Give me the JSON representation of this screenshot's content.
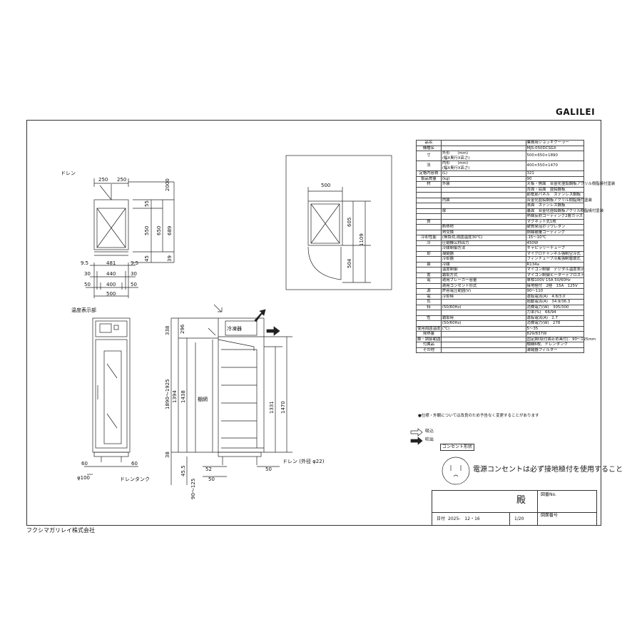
{
  "brand": "GALILEI",
  "company": "フクシマガリレイ株式会社",
  "drawing_labels": {
    "drain_top": "ドレン",
    "temp_display": "温度表示部",
    "drain_tank": "ドレンタンク",
    "shelf_net": "棚網",
    "freezer": "冷凍器",
    "drain_outer": "ドレン (外径 φ22)",
    "d2000": "2000",
    "d250a": "250",
    "d250b": "250",
    "d55": "55",
    "d550": "550",
    "d650": "650",
    "d689": "689",
    "d45": "45",
    "d39": "39",
    "d9_5a": "9.5",
    "d481": "481",
    "d9_5b": "9.5",
    "d30a": "30",
    "d440": "440",
    "d30b": "30",
    "d50a": "50",
    "d400": "400",
    "d50b": "50",
    "d500": "500",
    "p500": "500",
    "p605": "605",
    "p1109": "1109",
    "p504": "504",
    "f60a": "60",
    "f60b": "60",
    "f100": "φ100",
    "s338": "338",
    "s296": "296",
    "s1890": "1890〜1925",
    "s1394": "1394",
    "s1438": "1438",
    "s1331": "1331",
    "s1470": "1470",
    "s38": "38",
    "s45_5": "45.5",
    "s52": "52",
    "s90_125": "90〜125",
    "s50a": "50",
    "s50b": "50"
  },
  "spec_rows": [
    [
      "品名",
      "",
      "業務用ジョッキクーラー"
    ],
    [
      "機種名",
      "",
      "MJS-050DCSGX"
    ],
    [
      "寸",
      "外形　　(mm)\n(幅X奥行X高さ)",
      "500×650×1890"
    ],
    [
      "法",
      "内形　　(mm)\n(幅X奥行X高さ)",
      "400×550×1470"
    ],
    [
      "定格内容積",
      "(L)",
      "321"
    ],
    [
      "製品質量",
      "(kg)",
      "90"
    ],
    [
      "材",
      "外装",
      "天板・側面　合金化亜鉛鋼板アクリル樹脂焼付塗装"
    ],
    [
      "",
      "",
      "背面・底面　亜鉛鋼板"
    ],
    [
      "",
      "",
      "前框部パネル　ステンレス鋼板"
    ],
    [
      "",
      "内装",
      "合金化亜鉛鋼板アクリル樹脂焼付塗装"
    ],
    [
      "",
      "",
      "表面　ステンレス鋼板"
    ],
    [
      "",
      "扉",
      "裏面　合金化亜鉛鋼板アクリル樹脂焼付塗装"
    ],
    [
      "",
      "",
      "熱線反射コーティング2層ガラス"
    ],
    [
      "質",
      "",
      "マグネット式1枚"
    ],
    [
      "",
      "断熱材",
      "硬質発泡ポリウレタン"
    ],
    [
      "",
      "熱交換",
      "銅線被覆コーティング"
    ],
    [
      "冷却性能",
      "(無負荷,周囲温度30℃)",
      "-15〜10℃"
    ],
    [
      "冷",
      "圧縮機公称出力",
      "450W"
    ],
    [
      "",
      "冷媒制御方法",
      "キャピラリーチューブ"
    ],
    [
      "却",
      "凝縮器",
      "マイクロチャンネル強制空冷式"
    ],
    [
      "",
      "冷却器",
      "フィンチューブ冷風強制循環式"
    ],
    [
      "装",
      "冷媒",
      "R134a"
    ],
    [
      "",
      "温度制御",
      "マイコン制御　デジタル温度表示"
    ],
    [
      "置",
      "霜取方式",
      "マイコン制御ヒーターデフロスト"
    ],
    [
      "電",
      "適用ブレーカー容量",
      "単相100V 15A 50/60Hz"
    ],
    [
      "",
      "適用コンセント形式",
      "接地極付　2極　15A　125V"
    ],
    [
      "源",
      "許容電圧範囲(V)",
      "90〜110"
    ],
    [
      "電",
      "冷却時",
      "運転電流(A)　4.8/3.0"
    ],
    [
      "気",
      "",
      "始動電流(A)　34.9/36.3"
    ],
    [
      "特",
      "(50/60Hz)",
      "消費電力(W)　305/300"
    ],
    [
      "",
      "",
      "力率(%)　66/94"
    ],
    [
      "性",
      "霜取時",
      "運転電流(A)　2.7"
    ],
    [
      "",
      "(50/60Hz)",
      "消費電力(W)　278"
    ],
    [
      "使用周囲温度",
      "(℃)",
      "5〜35"
    ],
    [
      "発熱量",
      "",
      "829/837W"
    ],
    [
      "脚・調節範囲",
      "",
      "固定脚(取付面止め具付)：90〜125mm"
    ],
    [
      "付属品",
      "",
      "棚網6枚、ドレンタンク"
    ],
    [
      "その他",
      "",
      "凝縮器フィルター"
    ]
  ],
  "footnote": "●仕様・外観については改良のため予告なく変更することがあります",
  "legend": {
    "intake": "吸込",
    "exhaust": "吹出",
    "outlet_title": "コンセント形状",
    "outlet_note": "電源コンセントは必ず接地極付を使用すること"
  },
  "titleblock": {
    "honorific": "殿",
    "sheet_no_label": "図番No.",
    "date_label": "日付",
    "date_value": "2025-　12・16",
    "page_value": "1/20",
    "drawing_no_label": "図面番号"
  }
}
